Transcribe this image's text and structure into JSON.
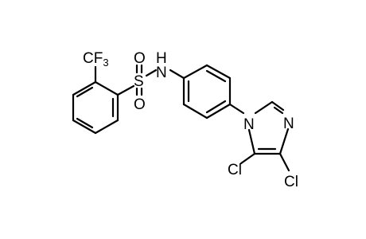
{
  "molecule": {
    "atoms": {
      "cf3": {
        "main": "CF",
        "sub": "3"
      },
      "sulfur": "S",
      "oxygen_top": "O",
      "oxygen_bottom": "O",
      "nh": {
        "n": "N",
        "h": "H"
      },
      "imidazole_n1": "N",
      "imidazole_n3": "N",
      "chlorine_5": "Cl",
      "chlorine_4": "Cl"
    }
  }
}
